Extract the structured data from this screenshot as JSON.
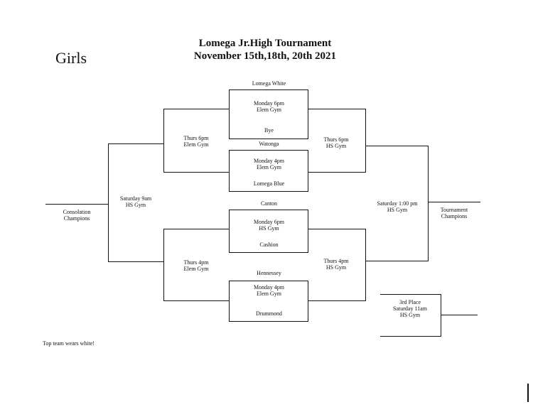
{
  "header": {
    "title_line1": "Lomega Jr.High Tournament",
    "title_line2": "November 15th,18th, 20th 2021",
    "category": "Girls"
  },
  "first_round": {
    "game1": {
      "top_team": "Lomega White",
      "time": "Monday  6pm",
      "location": "Elem Gym",
      "bottom_team": "Bye"
    },
    "game2": {
      "top_team": "Watonga",
      "time": "Monday 4pm",
      "location": "Elem Gym",
      "bottom_team": "Lomega Blue"
    },
    "game3": {
      "top_team": "Canton",
      "time": "Monday 6pm",
      "location": "HS Gym",
      "bottom_team": "Cashion"
    },
    "game4": {
      "top_team": "Hennessey",
      "time": "Monday 4pm",
      "location": "Elem Gym",
      "bottom_team": "Drummond"
    }
  },
  "consolation": {
    "upper": {
      "time": "Thurs 6pm",
      "location": "Elem Gym"
    },
    "lower": {
      "time": "Thurs 4pm",
      "location": "Elem Gym"
    },
    "final": {
      "time": "Saturday 9am",
      "location": "HS Gym"
    },
    "champion_line1": "Consolation",
    "champion_line2": "Champions"
  },
  "championship": {
    "upper": {
      "time": "Thurs 6pm",
      "location": "HS Gym"
    },
    "lower": {
      "time": "Thurs 4pm",
      "location": "HS Gym"
    },
    "final": {
      "time": "Saturday  1:00 pm",
      "location": "HS Gym"
    },
    "champion_line1": "Tournament",
    "champion_line2": "Champions"
  },
  "third_place": {
    "line1": "3rd Place",
    "line2": "Saturday 11am",
    "line3": "HS Gym"
  },
  "note": "Top team wears white!"
}
